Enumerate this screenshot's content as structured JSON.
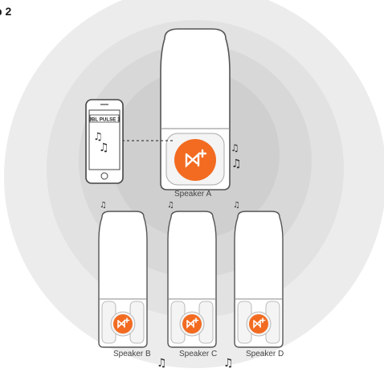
{
  "step": {
    "title": "p 2"
  },
  "phone": {
    "brand_label": "JBL PULSE 3"
  },
  "speakers": [
    {
      "label": "Speaker A"
    },
    {
      "label": "Speaker B"
    },
    {
      "label": "Speaker C"
    },
    {
      "label": "Speaker D"
    }
  ],
  "colors": {
    "ring_outer": "#ececec",
    "ring_2": "#e1e1e1",
    "ring_3": "#d7d7d7",
    "ring_inner": "#cdcdcd",
    "accent": "#f26b21",
    "outline": "#555555",
    "body_fill": "#ffffff"
  },
  "icons": [
    "connect-plus-icon",
    "music-note-icon",
    "smartphone-icon"
  ]
}
